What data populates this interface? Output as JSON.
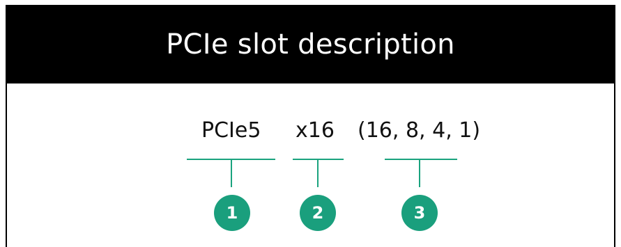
{
  "header": {
    "title": "PCIe slot description"
  },
  "tokens": [
    {
      "text": "PCIe5",
      "callout": "1"
    },
    {
      "text": "x16",
      "callout": "2"
    },
    {
      "text": "(16, 8, 4, 1)",
      "callout": "3"
    }
  ],
  "colors": {
    "header_bg": "#000000",
    "accent": "#1a9f7d"
  }
}
